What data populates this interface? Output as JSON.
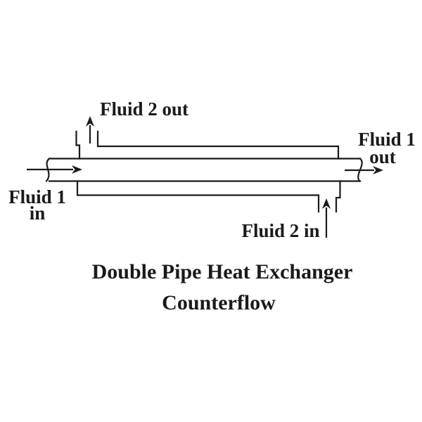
{
  "diagram": {
    "labels": {
      "fluid2_out": "Fluid 2 out",
      "fluid1_out_line1": "Fluid 1",
      "fluid1_out_line2": "out",
      "fluid1_in_line1": "Fluid 1",
      "fluid1_in_line2": "in",
      "fluid2_in": "Fluid 2 in"
    },
    "title_line1": "Double Pipe Heat Exchanger",
    "title_line2": "Counterflow",
    "colors": {
      "line": "#1a1a1a",
      "text": "#1a1a1a",
      "background": "#ffffff"
    }
  }
}
